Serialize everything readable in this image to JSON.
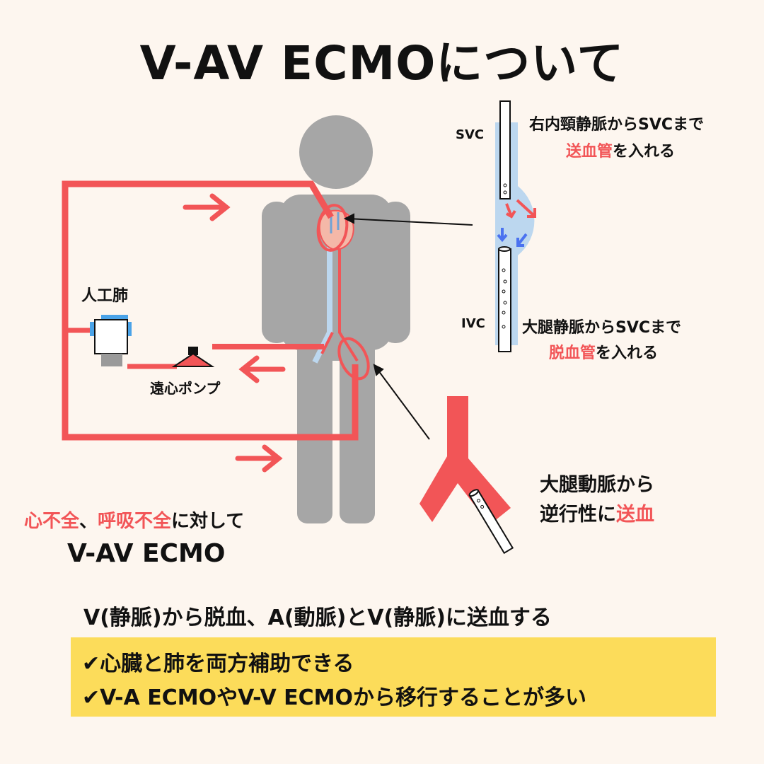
{
  "title": "V-AV ECMOについて",
  "labels": {
    "svc": "SVC",
    "ivc": "IVC",
    "oxygenator": "人工肺",
    "pump": "遠心ポンプ"
  },
  "annotations": {
    "svc_line1": "右内頸静脈からSVCまで",
    "svc_line2_red": "送血管",
    "svc_line2_rest": "を入れる",
    "ivc_line1": "大腿静脈からSVCまで",
    "ivc_line2_red": "脱血管",
    "ivc_line2_rest": "を入れる",
    "art_line1": "大腿動脈から",
    "art_line2_plain": "逆行性に",
    "art_line2_red": "送血"
  },
  "indication": {
    "red1": "心不全",
    "sep": "、",
    "red2": "呼吸不全",
    "rest": "に対して",
    "mode": "V-AV ECMO"
  },
  "summary": "V(静脈)から脱血、A(動脈)とV(静脈)に送血する",
  "checklist": [
    "✔心臓と肺を両方補助できる",
    "✔V-A ECMOやV-V ECMOから移行することが多い"
  ],
  "colors": {
    "background": "#fdf6ef",
    "circuit_red": "#f25557",
    "body_gray": "#a6a6a6",
    "vessel_blue": "#bcd7ef",
    "arrow_blue": "#4a72f0",
    "highlight_yellow": "#fcdc5a"
  }
}
